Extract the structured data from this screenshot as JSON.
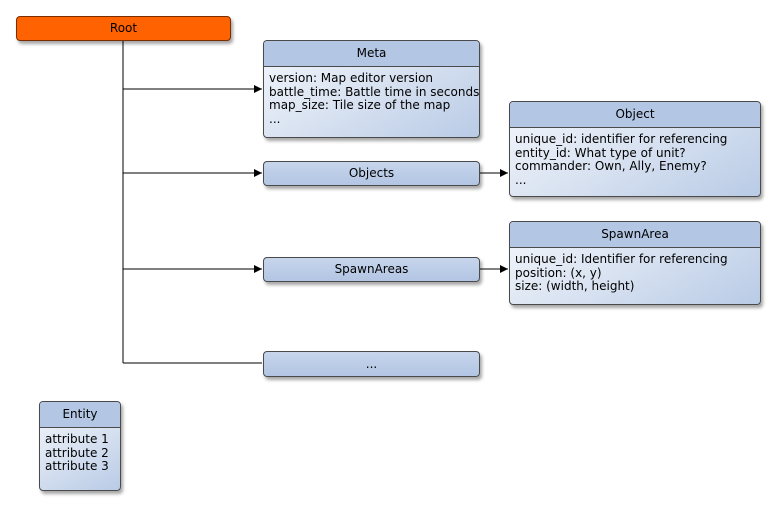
{
  "root": {
    "label": "Root"
  },
  "meta": {
    "title": "Meta",
    "attributes": [
      "version: Map editor version",
      "battle_time: Battle time in seconds",
      "map_size: Tile size of the map",
      "..."
    ]
  },
  "objects": {
    "label": "Objects"
  },
  "spawn_areas": {
    "label": "SpawnAreas"
  },
  "more": {
    "label": "..."
  },
  "object": {
    "title": "Object",
    "attributes": [
      "unique_id: identifier for referencing",
      "entity_id: What type of unit?",
      "commander: Own, Ally, Enemy?",
      "..."
    ]
  },
  "spawn_area": {
    "title": "SpawnArea",
    "attributes": [
      "unique_id: Identifier for referencing",
      "position: (x, y)",
      "size: (width, height)"
    ]
  },
  "legend": {
    "title": "Entity",
    "attributes": [
      "attribute 1",
      "attribute 2",
      "attribute 3"
    ]
  },
  "colors": {
    "root_fill": "#ff6200",
    "box_header": "#b3c6e3",
    "border": "#4a4a4a",
    "connector": "#000000"
  }
}
